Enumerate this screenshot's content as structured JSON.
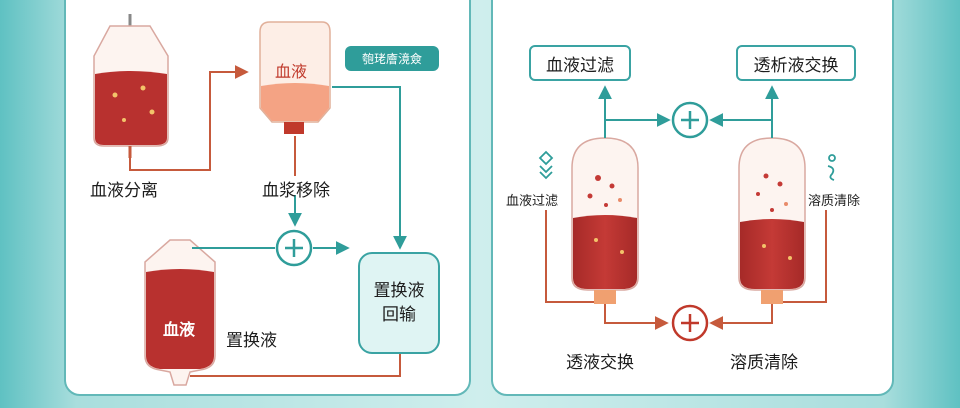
{
  "left_panel": {
    "bag_plasma_text": "血液",
    "bag_blood_text": "血液",
    "label_separation": "血液分离",
    "label_plasma_removal": "血浆移除",
    "label_replacement_fluid": "置换液",
    "pill_text": "匏珯廥滰僉",
    "replace_box_line1": "置换液",
    "replace_box_line2": "回输"
  },
  "right_panel": {
    "box_filtration": "血液过滤",
    "box_dialysate_exchange": "透析液交换",
    "side_left": "血液过滤",
    "side_right": "溶质清除",
    "bottom_left": "透液交换",
    "bottom_right": "溶质清除"
  },
  "colors": {
    "teal": "#2f9d9a",
    "blood": "#b8312f",
    "plasma": "#f4a384",
    "arrow_red": "#c65a3c"
  }
}
